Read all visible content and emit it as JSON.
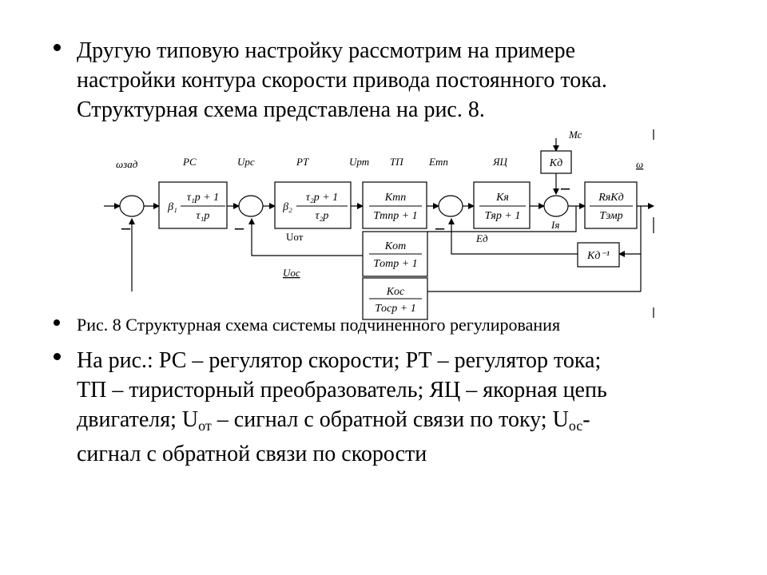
{
  "bullet1": {
    "lines": [
      "Другую типовую настройку рассмотрим на примере",
      "настройки контура скорости привода постоянного тока.",
      "Структурная схема представлена на рис. 8."
    ]
  },
  "caption": "Рис. 8 Структурная схема системы подчиненного регулирования",
  "bullet3": {
    "line1": "На рис.: РС – регулятор скорости; РТ – регулятор тока;",
    "line2": "ТП – тиристорный преобразователь; ЯЦ – якорная цепь",
    "line3_a": "двигателя; U",
    "line3_sub1": "от",
    "line3_b": " – сигнал с обратной связи по току; U",
    "line3_sub2": "ос",
    "line3_c": "-",
    "line4": "сигнал с обратной связи по скорости"
  },
  "diagram": {
    "labels": {
      "omega_zad": "ωзад",
      "pc": "РС",
      "u_pc": "Uрс",
      "pt": "РТ",
      "u_pt": "Uрт",
      "tp": "ТП",
      "e_tp": "Етп",
      "yac": "ЯЦ",
      "m_c": "Мс",
      "omega": "ω",
      "u_ot": "Uот",
      "e_d": "Ед",
      "i_ya": "Iя",
      "u_os": "Uос",
      "minus": "–"
    },
    "blocks": {
      "rs": {
        "num": "τ₁p + 1",
        "den": "τ₁p",
        "gain": "β₁"
      },
      "rt": {
        "num": "τ₂p + 1",
        "den": "τ₂p",
        "gain": "β₂"
      },
      "tp": {
        "num": "Kтп",
        "den": "Tтпp + 1"
      },
      "yac": {
        "num": "Kя",
        "den": "Tяp + 1"
      },
      "kd": {
        "text": "Kд"
      },
      "motor": {
        "num": "RяKд",
        "den": "Tэмp"
      },
      "kd_inv": {
        "text": "Kд⁻¹"
      },
      "ot": {
        "num": "Kот",
        "den": "Tотp + 1"
      },
      "os": {
        "num": "Kос",
        "den": "Tосp + 1"
      }
    }
  }
}
